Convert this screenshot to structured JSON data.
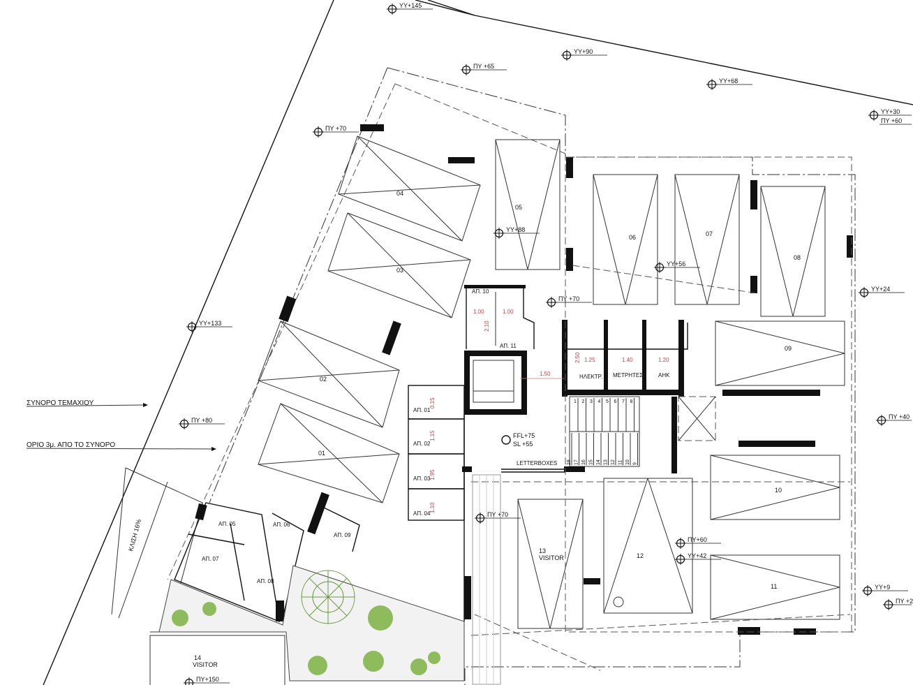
{
  "parking_bays": [
    "04",
    "03",
    "02",
    "01",
    "05",
    "06",
    "07",
    "08",
    "09",
    "10",
    "11",
    "12",
    "13\nVISITOR",
    "14\nVISITOR"
  ],
  "bay_labels": {
    "b04": "04",
    "b03": "03",
    "b02": "02",
    "b01": "01",
    "b05": "05",
    "b06": "06",
    "b07": "07",
    "b08": "08",
    "b09": "09",
    "b10": "10",
    "b11": "11",
    "b12": "12",
    "b13a": "13",
    "b13b": "VISITOR",
    "b14a": "14",
    "b14b": "VISITOR"
  },
  "storage_labels": {
    "ap10": "ΑΠ. 10",
    "ap11": "ΑΠ. 11",
    "ap01": "ΑΠ. 01",
    "ap02": "ΑΠ. 02",
    "ap03": "ΑΠ. 03",
    "ap04": "ΑΠ. 04",
    "ap05": "ΑΠ. 05",
    "ap06": "ΑΠ. 06",
    "ap07": "ΑΠ. 07",
    "ap08": "ΑΠ. 08",
    "ap09": "ΑΠ. 09"
  },
  "service_rooms": {
    "elec": "ΗΛΕΚΤΡ.",
    "meters": "ΜΕΤΡΗΤΕΣ",
    "ahk": "ΑΗΚ"
  },
  "levels": {
    "l1": "ΥΥ+145",
    "l2": "ΥΥ+90",
    "l3": "ΠΥ +65",
    "l4": "ΥΥ+68",
    "l5": "ΥΥ+30",
    "l6": "ΠΥ +60",
    "l7": "ΠΥ +70",
    "l8": "ΥΥ+88",
    "l9": "ΥΥ+56",
    "l10": "ΠΥ +70",
    "l11": "ΥΥ+24",
    "l12": "ΥΥ+133",
    "l13": "ΠΥ +80",
    "l14": "ΠΥ +40",
    "l15": "ΠΥ +70",
    "l16": "ΠΥ+60",
    "l17": "ΥΥ+42",
    "l18": "ΥΥ+9",
    "l19": "ΠΥ +2",
    "l20": "ΠΥ+150"
  },
  "ffl": {
    "ffl": "FFL+75",
    "sl": "SL +55"
  },
  "letterboxes": "LETTERBOXES",
  "boundary_labels": {
    "plot": "ΣΥΝΟΡΟ ΤΕΜΑΧΙΟΥ",
    "setback": "ΟΡΙΟ 3μ. ΑΠΟ ΤΟ ΣΥΝΟΡΟ"
  },
  "ramp": "ΚΛΙΣΗ 16%",
  "dims": {
    "d100a": "1.00",
    "d100b": "1.00",
    "d210": "2.10",
    "d250": "2.50",
    "d125": "1.25",
    "d140": "1.40",
    "d120": "1.20",
    "d150": "1.50",
    "d015": "0.15",
    "d115": "1.15",
    "d195": "1.95",
    "d110": "1.10"
  },
  "stair_up": [
    "1",
    "2",
    "3",
    "4",
    "5",
    "6",
    "7",
    "8"
  ],
  "stair_down": [
    "18",
    "17",
    "16",
    "15",
    "14",
    "13",
    "12",
    "11",
    "10",
    "9"
  ]
}
